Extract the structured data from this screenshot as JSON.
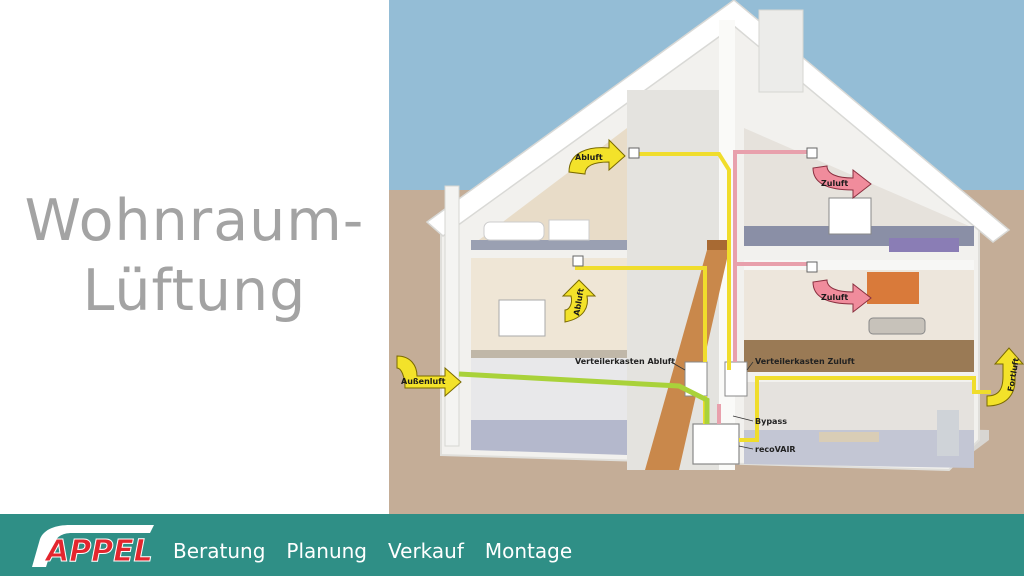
{
  "title": {
    "line1": "Wohnraum-",
    "line2": "Lüftung"
  },
  "diagram": {
    "labels": {
      "abluft_top": "Abluft",
      "abluft_middle": "Abluft",
      "zuluft_top": "Zuluft",
      "zuluft_middle": "Zuluft",
      "aussenluft": "Außenluft",
      "fortluft": "Fortluft",
      "verteilerkasten_abluft": "Verteilerkasten Abluft",
      "verteilerkasten_zuluft": "Verteilerkasten Zuluft",
      "bypass": "Bypass",
      "recovair": "recoVAIR"
    },
    "colors": {
      "sky": "#94bdd6",
      "ground": "#c2ab95",
      "abluft_duct": "#f0dd2c",
      "zuluft_duct": "#e8a0ac",
      "aussenluft_duct": "#a9d23a",
      "wall": "#f4f4f2"
    }
  },
  "footer": {
    "color": "#2f8f86",
    "logo_text": "APPEL",
    "logo_icon": "appel-logo",
    "items": [
      "Beratung",
      "Planung",
      "Verkauf",
      "Montage"
    ]
  }
}
